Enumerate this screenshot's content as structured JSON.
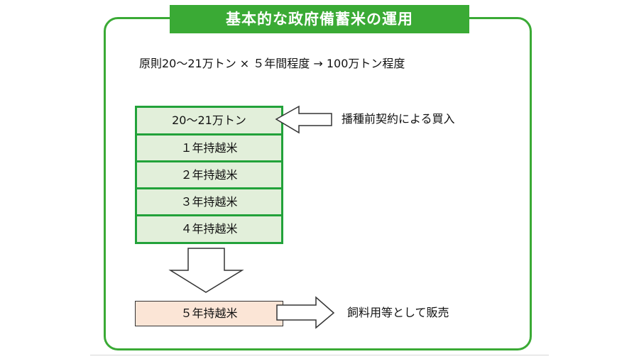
{
  "title": "基本的な政府備蓄米の運用",
  "formula": "原則20～21万トン  ×  ５年間程度  →  100万トン程度",
  "stack": {
    "rows": [
      "20～21万トン",
      "１年持越米",
      "２年持越米",
      "３年持越米",
      "４年持越米"
    ]
  },
  "final_box": "５年持越米",
  "labels": {
    "purchase": "播種前契約による買入",
    "sale": "飼料用等として販売"
  },
  "colors": {
    "accent_green": "#3aaa35",
    "row_fill": "#e2efda",
    "final_fill": "#fbe5d6"
  }
}
